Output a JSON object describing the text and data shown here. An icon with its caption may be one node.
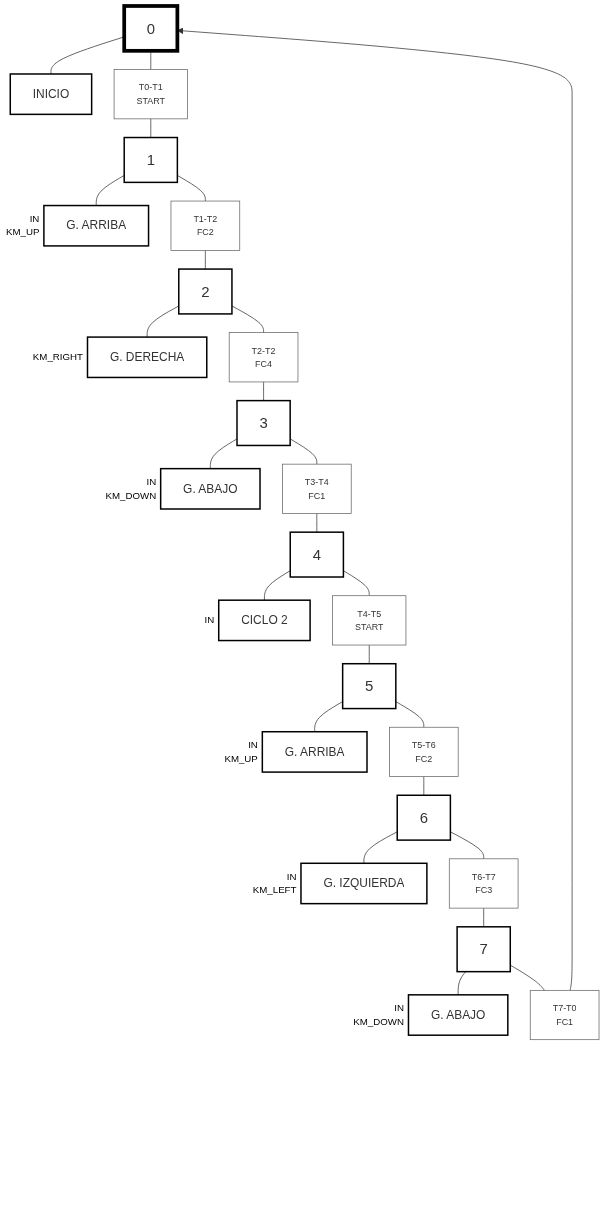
{
  "diagram": {
    "nodes": [
      {
        "text": [
          "0"
        ]
      },
      {
        "text": [
          "INICIO"
        ]
      },
      {
        "text": [
          "T0-T1",
          "START"
        ]
      },
      {
        "text": [
          "1"
        ]
      },
      {
        "text": [
          "G. ARRIBA"
        ],
        "beside": [
          "IN",
          "KM_UP"
        ]
      },
      {
        "text": [
          "T1-T2",
          "FC2"
        ]
      },
      {
        "text": [
          "2"
        ]
      },
      {
        "text": [
          "G. DERECHA"
        ],
        "beside": [
          "KM_RIGHT"
        ]
      },
      {
        "text": [
          "T2-T2",
          "FC4"
        ]
      },
      {
        "text": [
          "3"
        ]
      },
      {
        "text": [
          "G. ABAJO"
        ],
        "beside": [
          "IN",
          "KM_DOWN"
        ]
      },
      {
        "text": [
          "T3-T4",
          "FC1"
        ]
      },
      {
        "text": [
          "4"
        ]
      },
      {
        "text": [
          "CICLO 2"
        ],
        "beside": [
          "IN"
        ]
      },
      {
        "text": [
          "T4-T5",
          "START"
        ]
      },
      {
        "text": [
          "5"
        ]
      },
      {
        "text": [
          "G. ARRIBA"
        ],
        "beside": [
          "IN",
          "KM_UP"
        ]
      },
      {
        "text": [
          "T5-T6",
          "FC2"
        ]
      },
      {
        "text": [
          "6"
        ]
      },
      {
        "text": [
          "G. IZQUIERDA"
        ],
        "beside": [
          "IN",
          "KM_LEFT"
        ]
      },
      {
        "text": [
          "T6-T7",
          "FC3"
        ]
      },
      {
        "text": [
          "7"
        ]
      },
      {
        "text": [
          "G. ABAJO"
        ],
        "beside": [
          "IN",
          "KM_DOWN"
        ]
      },
      {
        "text": [
          "T7-T0",
          "FC1"
        ]
      }
    ],
    "edges": [
      {
        "from": 0,
        "to": 1,
        "arrow": "none"
      },
      {
        "from": 0,
        "to": 2,
        "arrow": "none"
      },
      {
        "from": 2,
        "to": 3,
        "arrow": "none"
      },
      {
        "from": 3,
        "to": 4,
        "arrow": "none"
      },
      {
        "from": 3,
        "to": 5,
        "arrow": "none"
      },
      {
        "from": 5,
        "to": 6,
        "arrow": "none"
      },
      {
        "from": 6,
        "to": 7,
        "arrow": "none"
      },
      {
        "from": 6,
        "to": 8,
        "arrow": "none"
      },
      {
        "from": 8,
        "to": 9,
        "arrow": "none"
      },
      {
        "from": 9,
        "to": 10,
        "arrow": "none"
      },
      {
        "from": 9,
        "to": 11,
        "arrow": "none"
      },
      {
        "from": 11,
        "to": 12,
        "arrow": "none"
      },
      {
        "from": 12,
        "to": 13,
        "arrow": "none"
      },
      {
        "from": 12,
        "to": 14,
        "arrow": "none"
      },
      {
        "from": 14,
        "to": 15,
        "arrow": "none"
      },
      {
        "from": 15,
        "to": 16,
        "arrow": "none"
      },
      {
        "from": 15,
        "to": 17,
        "arrow": "none"
      },
      {
        "from": 17,
        "to": 18,
        "arrow": "none"
      },
      {
        "from": 18,
        "to": 19,
        "arrow": "none"
      },
      {
        "from": 18,
        "to": 20,
        "arrow": "none"
      },
      {
        "from": 20,
        "to": 21,
        "arrow": "none"
      },
      {
        "from": 21,
        "to": 22,
        "arrow": "none"
      },
      {
        "from": 21,
        "to": 23,
        "arrow": "none"
      },
      {
        "from": 23,
        "to": 0,
        "arrow": "to"
      }
    ]
  }
}
